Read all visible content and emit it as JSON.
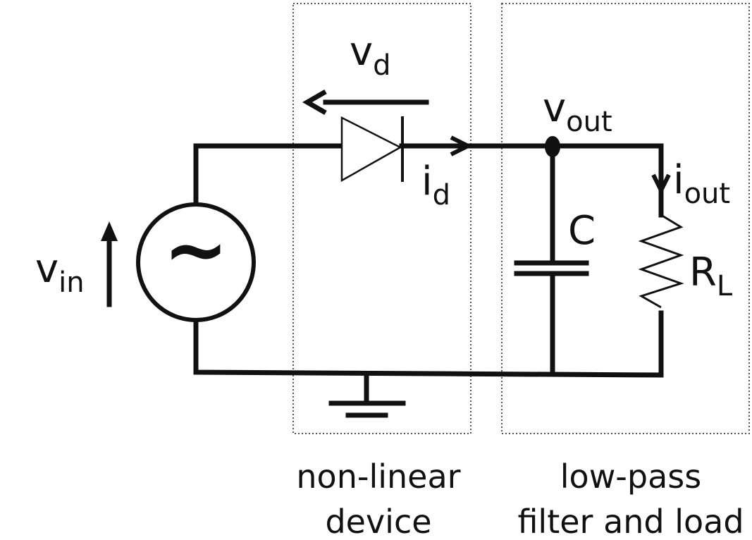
{
  "labels": {
    "vin_main": "v",
    "vin_sub": "in",
    "vd_main": "v",
    "vd_sub": "d",
    "id_main": "i",
    "id_sub": "d",
    "vout_main": "v",
    "vout_sub": "out",
    "iout_main": "i",
    "iout_sub": "out",
    "capacitor": "C",
    "rl_main": "R",
    "rl_sub": "L",
    "source_symbol": "~"
  },
  "groups": {
    "nonlinear_line1": "non-linear",
    "nonlinear_line2": "device",
    "filter_line1": "low-pass",
    "filter_line2": "filter and load"
  }
}
